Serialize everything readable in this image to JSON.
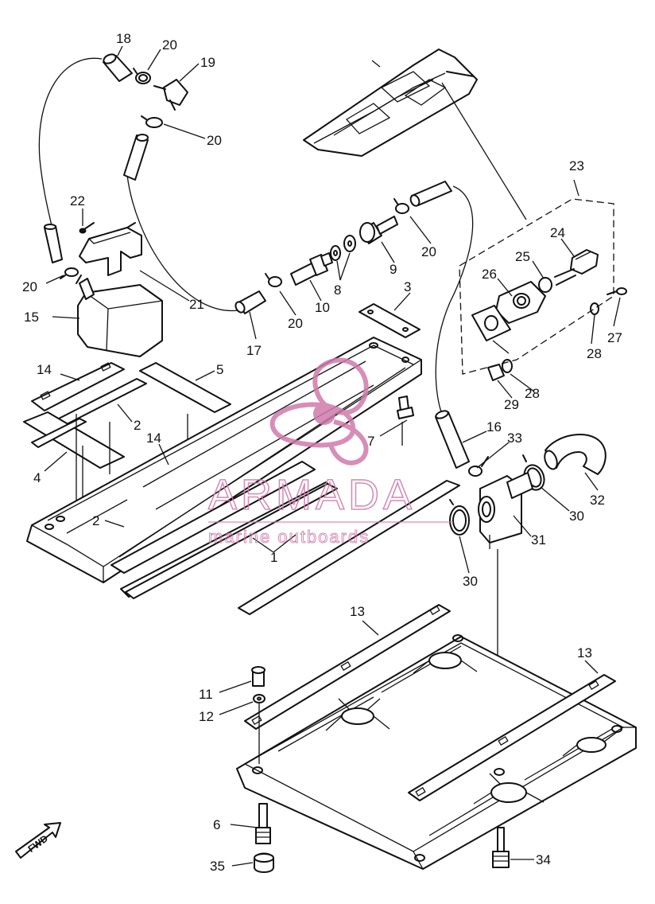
{
  "diagram": {
    "callouts": [
      {
        "id": "c18a",
        "text": "18"
      },
      {
        "id": "c20a",
        "text": "20"
      },
      {
        "id": "c19",
        "text": "19"
      },
      {
        "id": "c20b",
        "text": "20"
      },
      {
        "id": "c22",
        "text": "22"
      },
      {
        "id": "c20c",
        "text": "20"
      },
      {
        "id": "c21",
        "text": "21"
      },
      {
        "id": "c15",
        "text": "15"
      },
      {
        "id": "c14a",
        "text": "14"
      },
      {
        "id": "c5",
        "text": "5"
      },
      {
        "id": "c2a",
        "text": "2"
      },
      {
        "id": "c4",
        "text": "4"
      },
      {
        "id": "c14b",
        "text": "14"
      },
      {
        "id": "c2b",
        "text": "2"
      },
      {
        "id": "c17",
        "text": "17"
      },
      {
        "id": "c20d",
        "text": "20"
      },
      {
        "id": "c10",
        "text": "10"
      },
      {
        "id": "c8",
        "text": "8"
      },
      {
        "id": "c9",
        "text": "9"
      },
      {
        "id": "c20e",
        "text": "20"
      },
      {
        "id": "c3",
        "text": "3"
      },
      {
        "id": "c7",
        "text": "7"
      },
      {
        "id": "c1",
        "text": "1"
      },
      {
        "id": "c23",
        "text": "23"
      },
      {
        "id": "c24",
        "text": "24"
      },
      {
        "id": "c25",
        "text": "25"
      },
      {
        "id": "c26",
        "text": "26"
      },
      {
        "id": "c27",
        "text": "27"
      },
      {
        "id": "c28a",
        "text": "28"
      },
      {
        "id": "c29",
        "text": "29"
      },
      {
        "id": "c28b",
        "text": "28"
      },
      {
        "id": "c16",
        "text": "16"
      },
      {
        "id": "c33",
        "text": "33"
      },
      {
        "id": "c32",
        "text": "32"
      },
      {
        "id": "c30a",
        "text": "30"
      },
      {
        "id": "c31",
        "text": "31"
      },
      {
        "id": "c30b",
        "text": "30"
      },
      {
        "id": "c13a",
        "text": "13"
      },
      {
        "id": "c13b",
        "text": "13"
      },
      {
        "id": "c11",
        "text": "11"
      },
      {
        "id": "c12",
        "text": "12"
      },
      {
        "id": "c6",
        "text": "6"
      },
      {
        "id": "c35",
        "text": "35"
      },
      {
        "id": "c34",
        "text": "34"
      }
    ],
    "fwd_label": "FWD"
  },
  "watermark": {
    "brand": "ARMADA",
    "tagline": "marine outboards",
    "color": "#cf7bab"
  }
}
